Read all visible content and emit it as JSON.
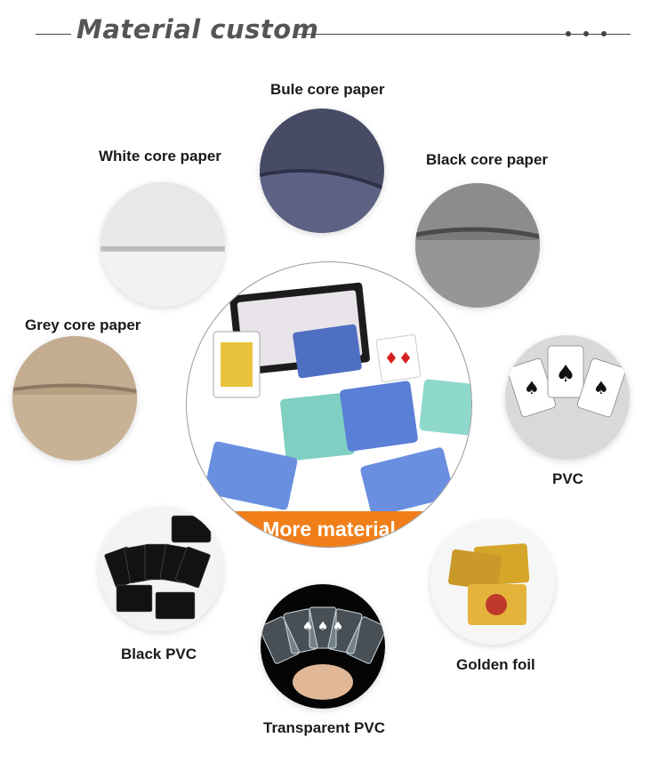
{
  "header": {
    "title": "Material custom"
  },
  "center": {
    "banner_label": "More material"
  },
  "materials": {
    "bule_core": "Bule core paper",
    "white_core": "White core paper",
    "black_core": "Black core paper",
    "grey_core": "Grey core paper",
    "pvc": "PVC",
    "black_pvc": "Black PVC",
    "golden_foil": "Golden foil",
    "transparent_pvc": "Transparent PVC"
  },
  "colors": {
    "accent": "#f07f1a",
    "title": "#555555"
  }
}
